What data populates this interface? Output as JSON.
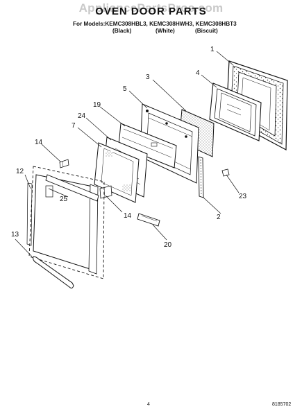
{
  "watermark": "AppliancePartsPros.com",
  "title": "OVEN DOOR PARTS",
  "models_line": "For Models:KEMC308HBL3, KEMC308HWH3, KEMC308HBT3",
  "variants": [
    "(Black)",
    "(White)",
    "(Biscuit)"
  ],
  "callouts": [
    "1",
    "4",
    "3",
    "5",
    "19",
    "24",
    "7",
    "14",
    "12",
    "25",
    "14",
    "23",
    "2",
    "13",
    "20"
  ],
  "page_number": "4",
  "doc_number": "8185702"
}
